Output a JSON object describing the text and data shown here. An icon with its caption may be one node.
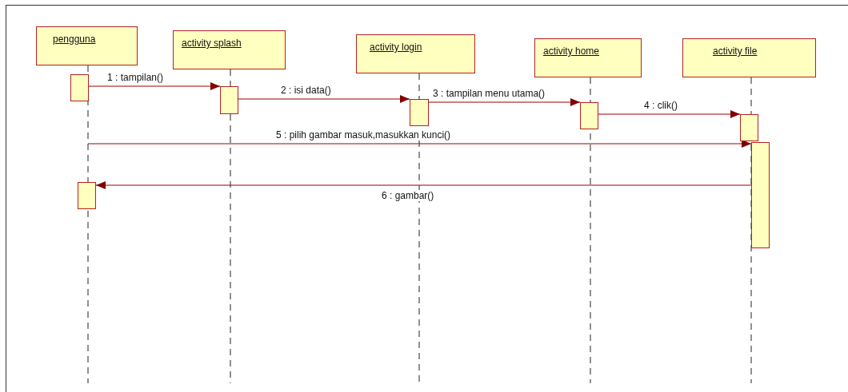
{
  "diagram": {
    "nodes": [
      {
        "text": [
          "pengguna"
        ]
      },
      {
        "text": [
          "activity splash"
        ]
      },
      {
        "text": [
          "activity login"
        ]
      },
      {
        "text": [
          "activity home"
        ]
      },
      {
        "text": [
          "activity file"
        ]
      },
      {
        "text": [],
        "shape": "box"
      },
      {
        "text": [],
        "shape": "box"
      },
      {
        "text": [],
        "shape": "box"
      },
      {
        "text": [],
        "shape": "box"
      },
      {
        "text": [],
        "shape": "box"
      },
      {
        "text": [],
        "shape": "box"
      },
      {
        "text": [],
        "shape": "box"
      }
    ],
    "edges": [
      {
        "from": 5,
        "to": 6,
        "arrow": "to",
        "label": "1 : tampilan()"
      },
      {
        "from": 6,
        "to": 7,
        "arrow": "to",
        "label": "2 : isi data()"
      },
      {
        "from": 7,
        "to": 8,
        "arrow": "to",
        "label": "3 : tampilan menu utama()"
      },
      {
        "from": 8,
        "to": 9,
        "arrow": "to",
        "label": "4 : clik()"
      },
      {
        "from": null,
        "to": 10,
        "arrow": "to",
        "label": "5 : pilih gambar masuk,masukkan kunci()"
      },
      {
        "from": 10,
        "to": 11,
        "arrow": "to",
        "label": "6 : gambar()"
      }
    ]
  }
}
